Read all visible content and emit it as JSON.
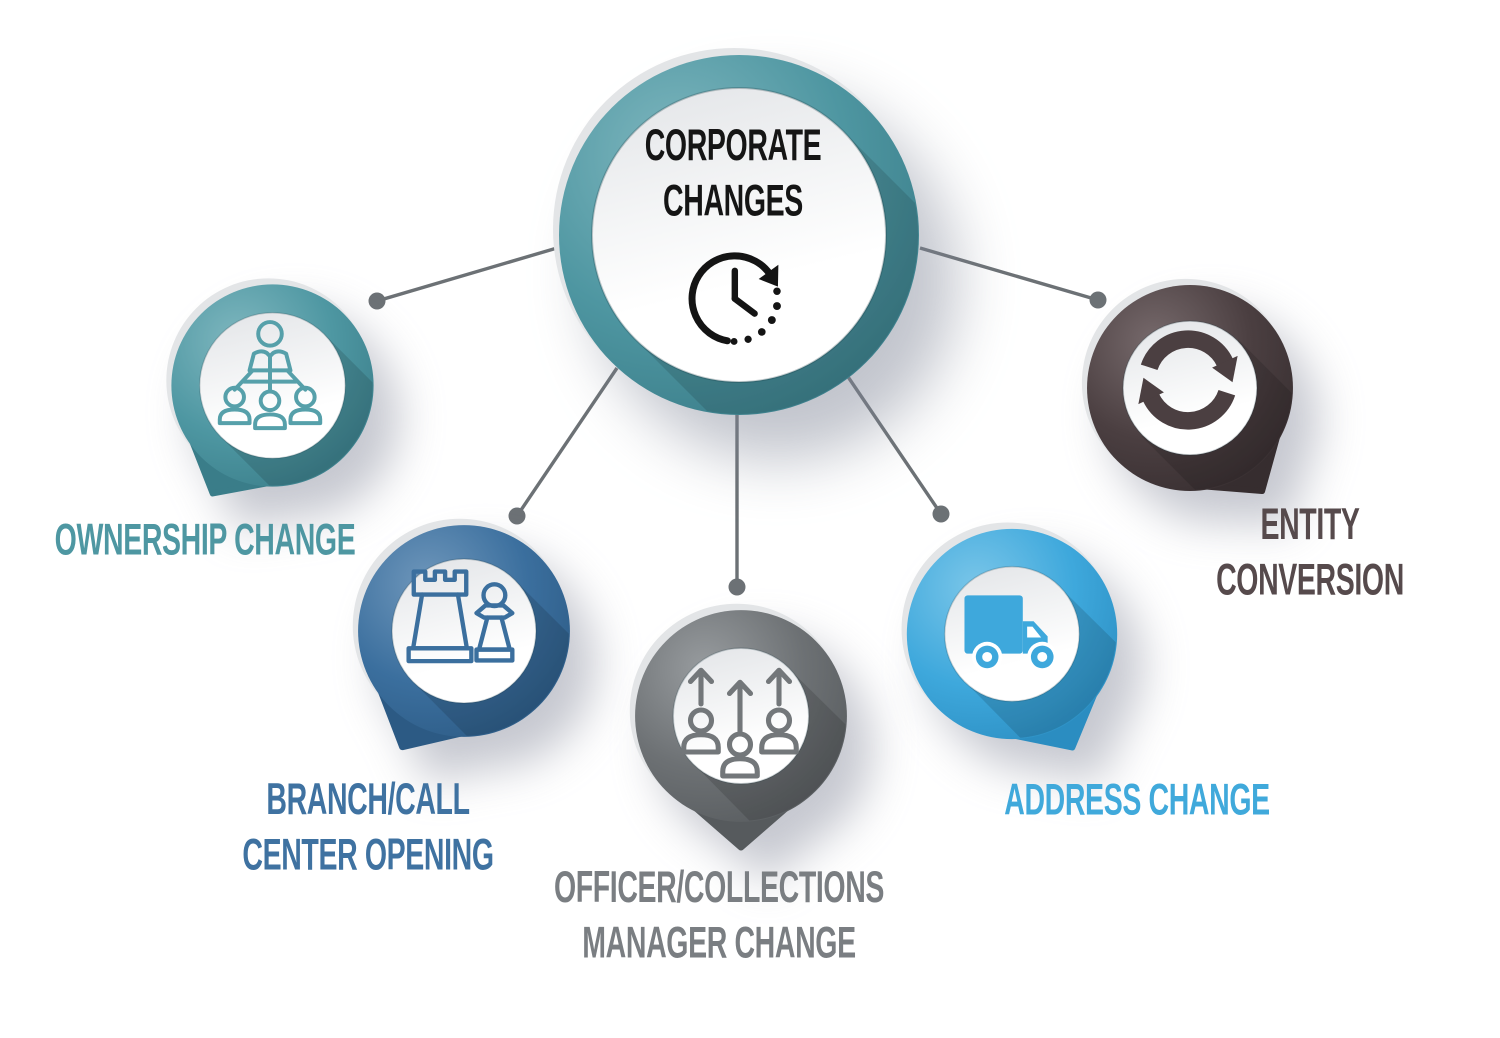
{
  "title": {
    "text": "CORPORATE\nCHANGES",
    "color": "#151515"
  },
  "center": {
    "id": "corporate-changes",
    "icon": "clock-history-icon",
    "icon_color": "#141414",
    "bubble": {
      "light": "#7FB7BF",
      "base": "#4E96A1",
      "dark": "#397B87"
    }
  },
  "connectors": {
    "color": "#6C7175"
  },
  "nodes": [
    {
      "id": "ownership-change",
      "label": "OWNERSHIP CHANGE",
      "icon": "org-chart-icon",
      "icon_color": "#56A0AA",
      "label_color": "#4E97A2",
      "bubble": {
        "light": "#7FB7BF",
        "base": "#4E97A2",
        "dark": "#3A7D89"
      }
    },
    {
      "id": "branch-call-center-opening",
      "label": "BRANCH/CALL\nCENTER OPENING",
      "icon": "chess-pieces-icon",
      "icon_color": "#3B6F9E",
      "label_color": "#3F72A1",
      "bubble": {
        "light": "#6F97BB",
        "base": "#3B6F9E",
        "dark": "#2C5A84"
      }
    },
    {
      "id": "officer-collections-manager-change",
      "label": "OFFICER/COLLECTIONS\nMANAGER CHANGE",
      "icon": "people-promotion-icon",
      "icon_color": "#73777A",
      "label_color": "#7A7E82",
      "bubble": {
        "light": "#989C9F",
        "base": "#6D7174",
        "dark": "#565A5D"
      }
    },
    {
      "id": "address-change",
      "label": "ADDRESS CHANGE",
      "icon": "moving-truck-icon",
      "icon_color": "#3EA8DC",
      "label_color": "#40A9DB",
      "bubble": {
        "light": "#7AC6E9",
        "base": "#3EA8DC",
        "dark": "#2B8DC1"
      }
    },
    {
      "id": "entity-conversion",
      "label": "ENTITY CONVERSION",
      "icon": "sync-arrows-icon",
      "icon_color": "#4B3F41",
      "label_color": "#564A4C",
      "bubble": {
        "light": "#776labad",
        "base": "#4B3F41",
        "dark": "#362D2F"
      }
    }
  ]
}
